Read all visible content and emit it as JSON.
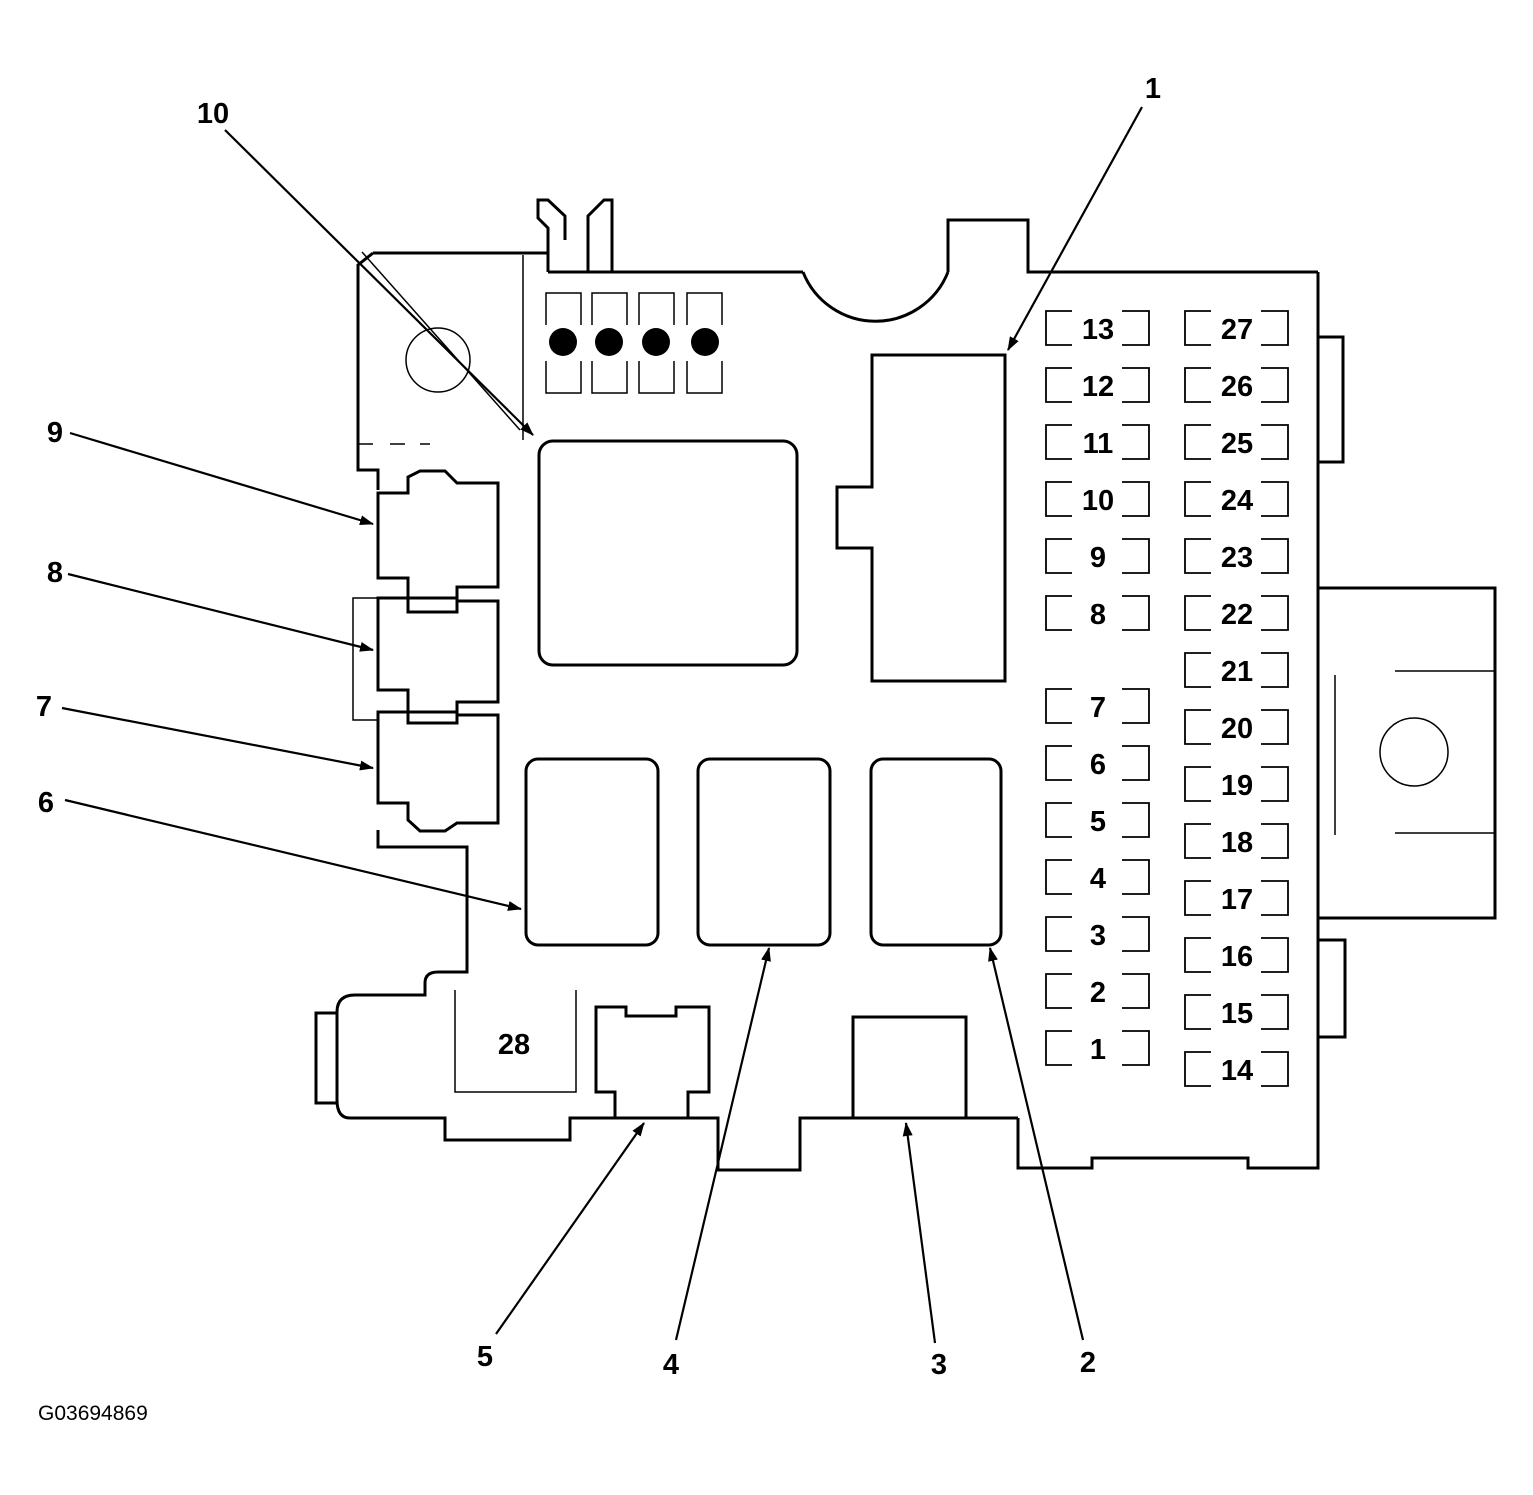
{
  "figure_code": "G03694869",
  "callouts": [
    {
      "id": "callout-1",
      "label": "1"
    },
    {
      "id": "callout-2",
      "label": "2"
    },
    {
      "id": "callout-3",
      "label": "3"
    },
    {
      "id": "callout-4",
      "label": "4"
    },
    {
      "id": "callout-5",
      "label": "5"
    },
    {
      "id": "callout-6",
      "label": "6"
    },
    {
      "id": "callout-7",
      "label": "7"
    },
    {
      "id": "callout-8",
      "label": "8"
    },
    {
      "id": "callout-9",
      "label": "9"
    },
    {
      "id": "callout-10",
      "label": "10"
    }
  ],
  "fuses_left_column": [
    "13",
    "12",
    "11",
    "10",
    "9",
    "8",
    "7",
    "6",
    "5",
    "4",
    "3",
    "2",
    "1"
  ],
  "fuses_right_column": [
    "27",
    "26",
    "25",
    "24",
    "23",
    "22",
    "21",
    "20",
    "19",
    "18",
    "17",
    "16",
    "15",
    "14"
  ],
  "fuse_28": "28"
}
